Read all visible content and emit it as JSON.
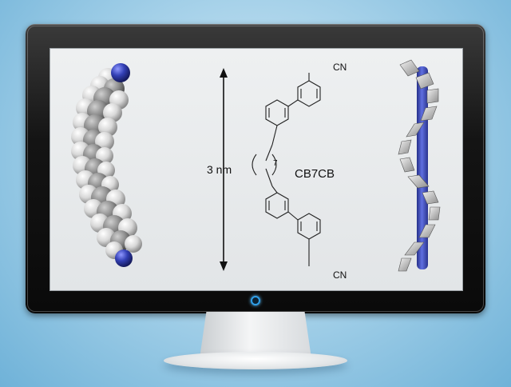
{
  "molecule": {
    "name": "CB7CB",
    "substituent_top": "CN",
    "substituent_bottom": "CN",
    "spacer_count": "7"
  },
  "dimension": {
    "label": "3 nm"
  },
  "colors": {
    "background": "#8fc4e4",
    "monitor_frame": "#141414",
    "screen": "#e8eaec",
    "nitrogen_atom": "#2a33a8",
    "helix_axis": "#3f4fb8",
    "power_led": "#2f9fe8"
  },
  "icons": {
    "power": "power-led-icon",
    "arrow": "double-arrow-icon",
    "helix": "twist-bend-helix-icon",
    "space_fill": "space-filling-model-icon"
  }
}
